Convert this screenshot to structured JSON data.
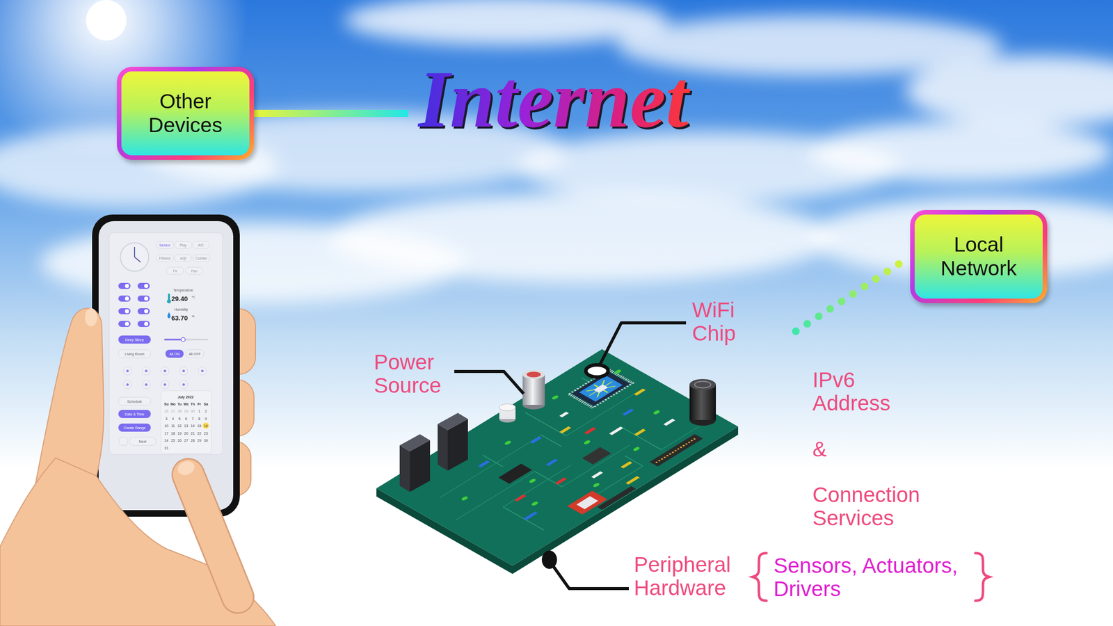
{
  "diagram": {
    "nodes": [
      {
        "text": [
          "Other Devices"
        ]
      },
      {
        "text": [
          "Internet"
        ]
      },
      {
        "text": [
          "Local Network"
        ]
      }
    ],
    "edges": [
      {
        "from": 0,
        "to": 1,
        "arrow": "none"
      },
      {
        "from": 1,
        "to": 2,
        "arrow": "none"
      }
    ],
    "labels": [
      "WiFi Chip",
      "Power Source",
      "IPv6 Address",
      "&",
      "Connection Services",
      "Peripheral Hardware",
      "Sensors, Actuators, Drivers",
      "Sensor",
      "Play",
      "A/C",
      "Fitness",
      "AQI",
      "Curtain",
      "TV",
      "Fan",
      "Temperature",
      "29.40",
      "°C",
      "Humidity",
      "63.70",
      "%",
      "Deep Sleep",
      "Living Room",
      "All ON",
      "All OFF",
      "Schedule",
      "Date & Time",
      "Create Range",
      "Next",
      "July 2022",
      "Su",
      "Mo",
      "Tu",
      "We",
      "Th",
      "Fr",
      "Sa",
      "26",
      "27",
      "28",
      "29",
      "30",
      "1",
      "2",
      "3",
      "4",
      "5",
      "6",
      "7",
      "8",
      "9",
      "10",
      "11",
      "12",
      "13",
      "14",
      "15",
      "16",
      "17",
      "18",
      "19",
      "20",
      "21",
      "22",
      "23",
      "24",
      "25",
      "26",
      "27",
      "28",
      "29",
      "30",
      "31"
    ]
  }
}
